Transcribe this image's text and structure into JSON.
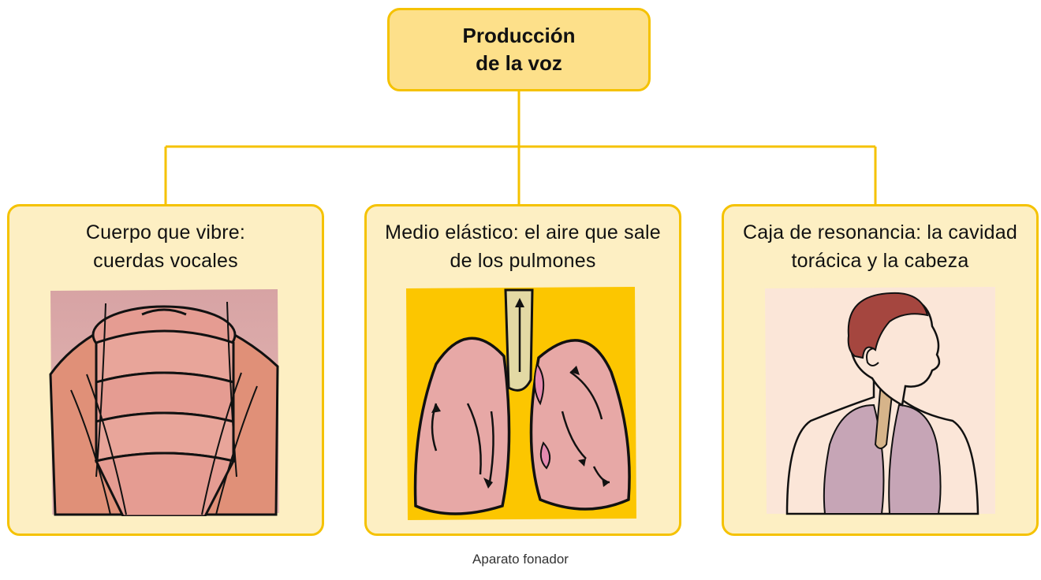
{
  "diagram": {
    "root": {
      "line1": "Producción",
      "line2": "de la voz"
    },
    "children": [
      {
        "line1": "Cuerpo que vibre:",
        "line2": "cuerdas vocales",
        "illustration": "vocal-cords-illustration"
      },
      {
        "line1": "Medio elástico: el aire que sale",
        "line2": "de los pulmones",
        "illustration": "lungs-illustration"
      },
      {
        "line1": "Caja de resonancia: la cavidad",
        "line2": "torácica y la cabeza",
        "illustration": "head-thorax-illustration"
      }
    ],
    "caption": "Aparato fonador"
  },
  "colors": {
    "box_fill_root": "#fde08a",
    "box_fill_child": "#fdefc3",
    "border": "#f5c200",
    "lungs_bg": "#fcc600"
  }
}
